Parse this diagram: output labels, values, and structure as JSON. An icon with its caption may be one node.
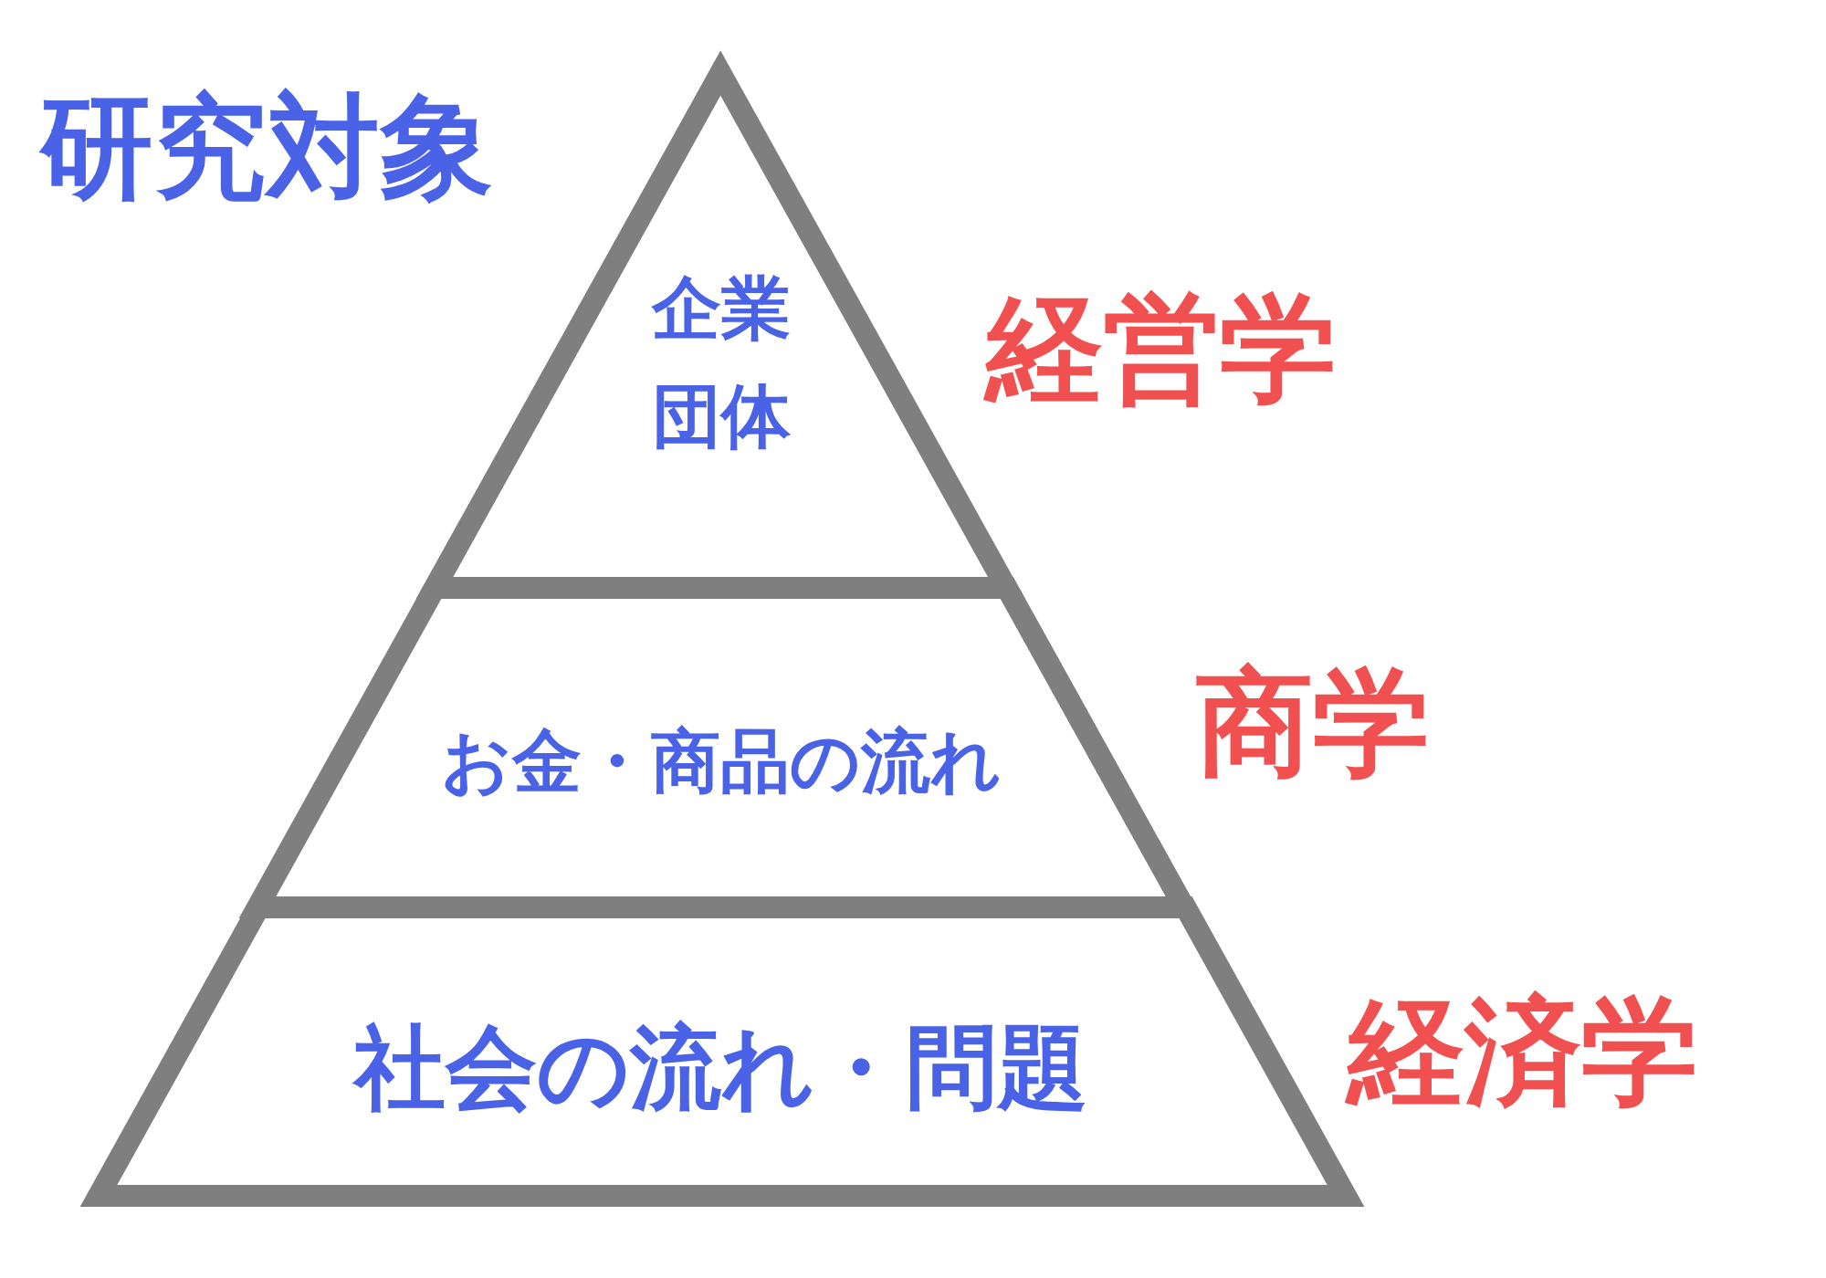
{
  "diagram": {
    "title": "研究対象",
    "nodes": [
      {
        "text": [
          "企業団体"
        ],
        "beside": [
          "経営学"
        ]
      },
      {
        "text": [
          "お金・商品の流れ"
        ],
        "beside": [
          "商学"
        ]
      },
      {
        "text": [
          "社会の流れ・問題"
        ],
        "beside": [
          "経済学"
        ]
      }
    ],
    "edges": []
  }
}
